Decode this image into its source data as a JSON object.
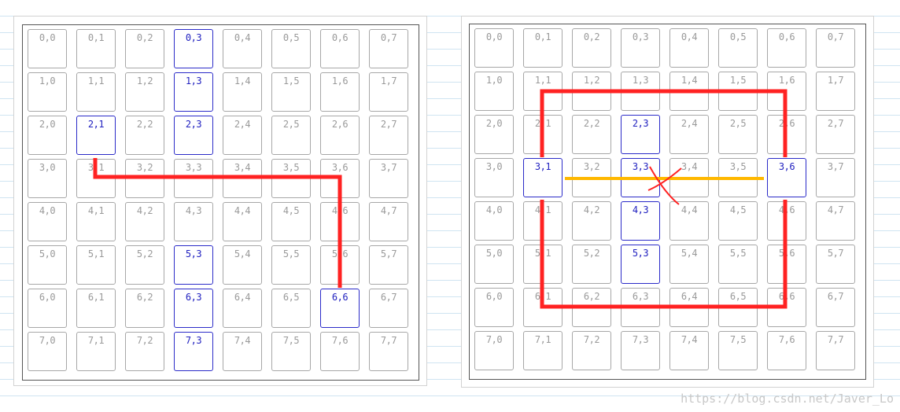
{
  "panels": [
    {
      "name": "left-panel",
      "selected": [
        "0,3",
        "1,3",
        "2,1",
        "2,3",
        "5,3",
        "6,3",
        "6,6",
        "7,3"
      ]
    },
    {
      "name": "right-panel",
      "selected": [
        "2,3",
        "3,1",
        "3,3",
        "3,6",
        "4,3",
        "5,3"
      ]
    }
  ],
  "connectors": {
    "path_color": "#ff2222",
    "blocked_color": "#ffb800",
    "cross_color": "#ff2222"
  },
  "watermark": "https://blog.csdn.net/Javer_Lo"
}
